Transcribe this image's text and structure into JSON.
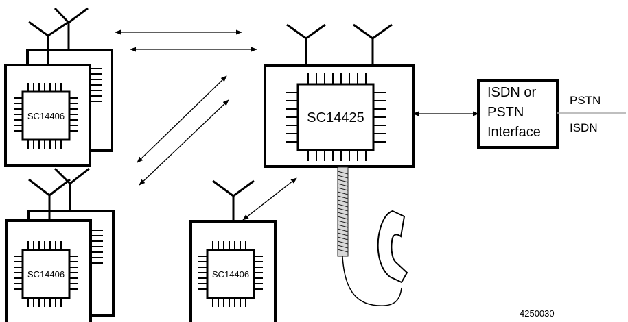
{
  "diagram": {
    "base_station": {
      "chip": "SC14425"
    },
    "handsets": [
      {
        "id": "handset-top-left",
        "chip": "SC14406"
      },
      {
        "id": "handset-bottom-left",
        "chip": "SC14406"
      },
      {
        "id": "handset-bottom-center",
        "chip": "SC14406"
      }
    ],
    "interface": {
      "lines": [
        "ISDN or",
        "PSTN",
        "Interface"
      ]
    },
    "network": {
      "upper": "PSTN",
      "lower": "ISDN"
    },
    "figure_number": "4250030"
  }
}
